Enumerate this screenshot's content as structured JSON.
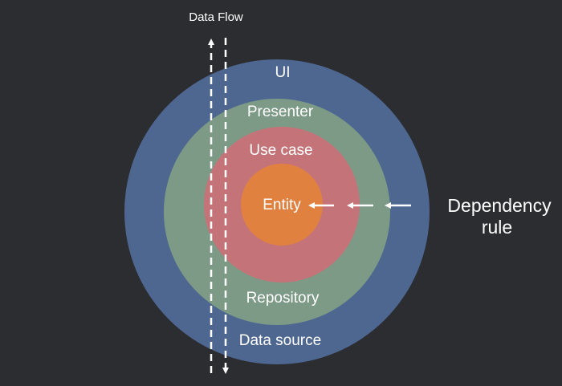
{
  "diagram": {
    "data_flow_label": "Data Flow",
    "layers": [
      {
        "top_label": "UI",
        "bottom_label": "Data source",
        "color": "#4e6791"
      },
      {
        "top_label": "Presenter",
        "bottom_label": "Repository",
        "color": "#7c9a86"
      },
      {
        "top_label": "Use case",
        "bottom_label": "",
        "color": "#c47479"
      },
      {
        "top_label": "Entity",
        "bottom_label": "",
        "color": "#e08140"
      }
    ],
    "dependency_rule": {
      "line1": "Dependency",
      "line2": "rule"
    },
    "colors": {
      "background": "#2b2d31",
      "text": "#ffffff",
      "arrows": "#ffffff"
    }
  }
}
